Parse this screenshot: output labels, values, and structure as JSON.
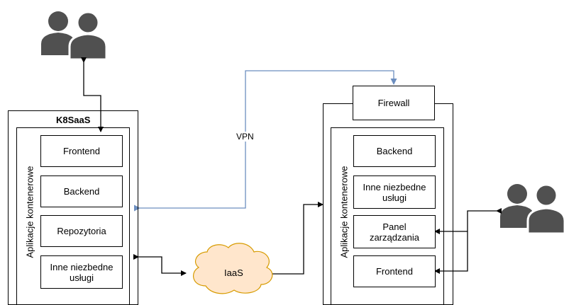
{
  "left_cluster": {
    "title": "K8SaaS",
    "group_label": "Aplikacje kontenerowe",
    "services": [
      "Frontend",
      "Backend",
      "Repozytoria",
      "Inne niezbedne usługi"
    ]
  },
  "right_cluster": {
    "firewall": "Firewall",
    "group_label": "Aplikacje kontenerowe",
    "services": [
      "Backend",
      "Inne niezbedne usługi",
      "Panel zarządzania",
      "Frontend"
    ]
  },
  "connections": {
    "vpn": "VPN",
    "iaas": "IaaS"
  },
  "colors": {
    "stroke": "#000000",
    "vpn_line": "#6c8ebf",
    "cloud_fill": "#ffe6cc",
    "cloud_stroke": "#d79b00",
    "users_icon": "#505050"
  },
  "icons": [
    "users-icon",
    "users-icon"
  ]
}
